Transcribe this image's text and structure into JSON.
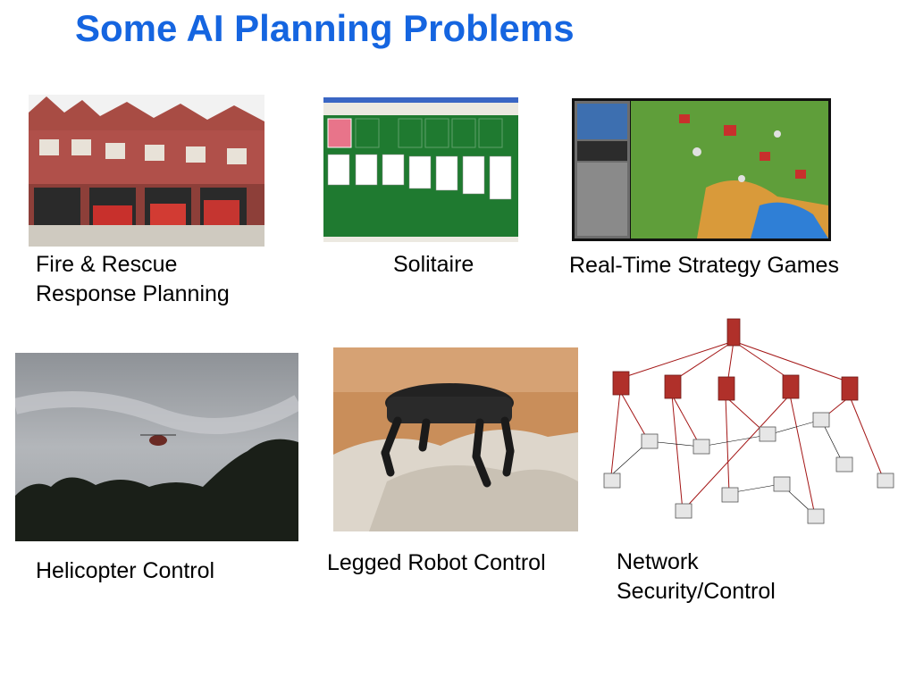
{
  "slide": {
    "title": "Some AI Planning Problems",
    "captions": {
      "fire_line1": "Fire & Rescue",
      "fire_line2": "Response Planning",
      "solitaire": "Solitaire",
      "rts": "Real-Time Strategy Games",
      "helicopter": "Helicopter Control",
      "robot": "Legged Robot Control",
      "network_line1": "Network",
      "network_line2": "Security/Control"
    }
  },
  "colors": {
    "title": "#1565e0",
    "brick": "#b0504a",
    "felt": "#1f7a30",
    "server": "#c0392b",
    "link": "#a31515"
  }
}
